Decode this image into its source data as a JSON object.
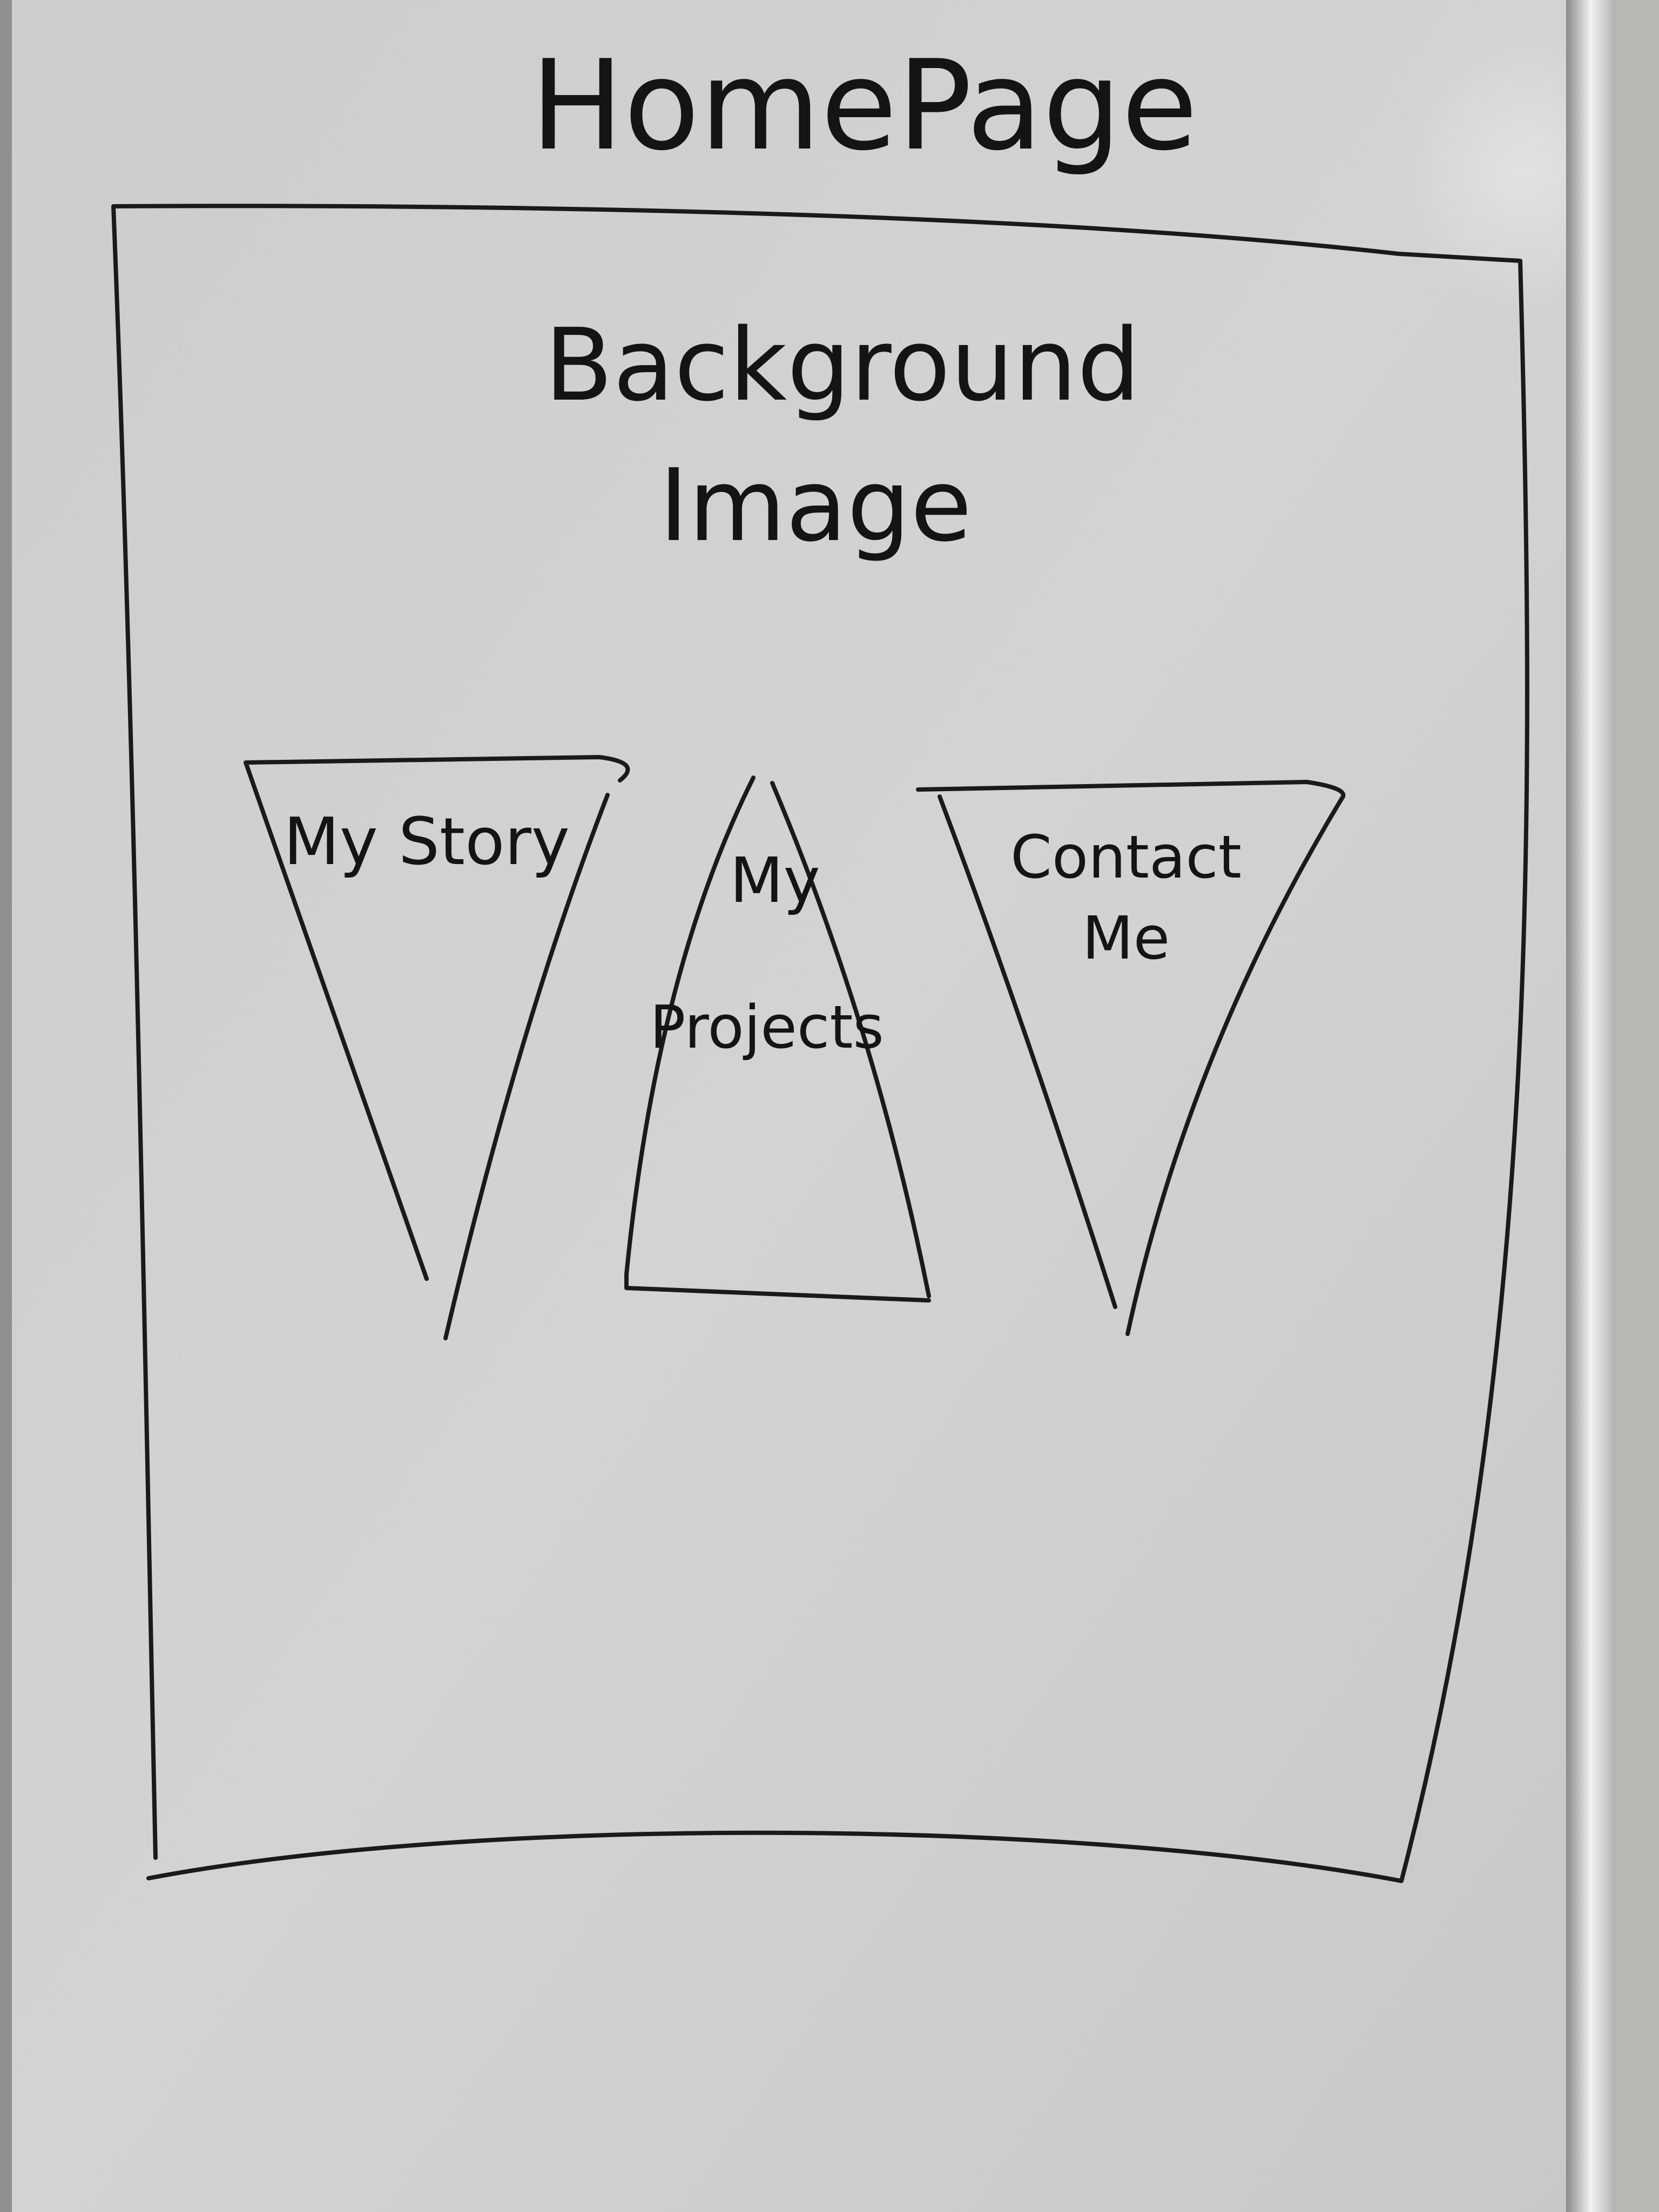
{
  "title": "HomePage",
  "frame": {
    "background_label_line1": "Background",
    "background_label_line2": "Image"
  },
  "nav": {
    "story": {
      "line1": "My Story"
    },
    "projects": {
      "line1": "My",
      "line2": "Projects"
    },
    "contact": {
      "line1": "Contact",
      "line2": "Me"
    }
  },
  "colors": {
    "ink": "#1a1a1a",
    "board": "#cfcfcf",
    "wall": "#b9b8b6"
  }
}
